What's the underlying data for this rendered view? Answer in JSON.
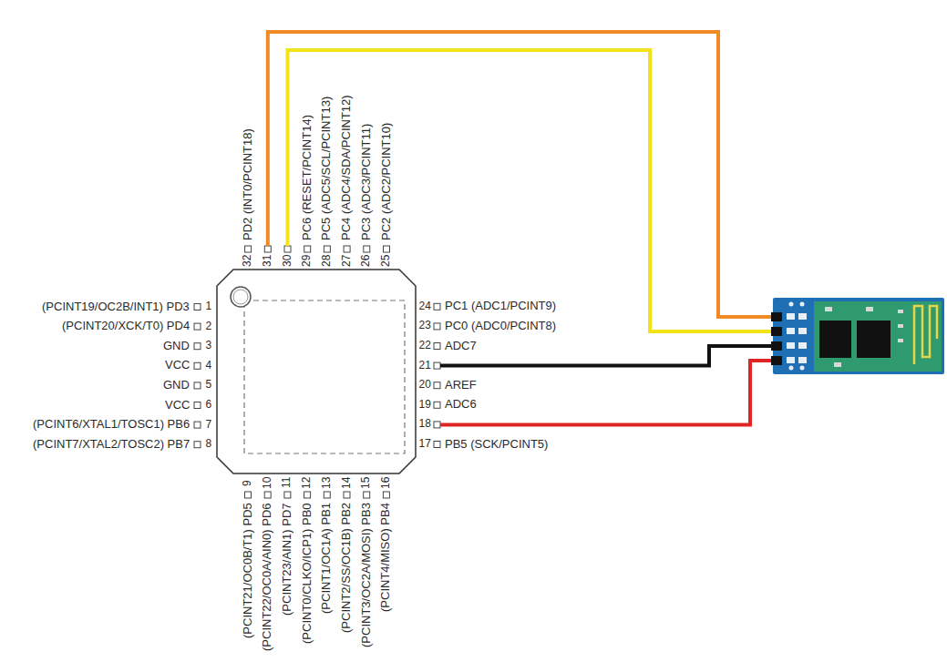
{
  "diagram": {
    "labels": [
      "(PCINT19/OC2B/INT1) PD3",
      "1",
      "(PCINT20/XCK/T0) PD4",
      "2",
      "GND",
      "3",
      "VCC",
      "4",
      "GND",
      "5",
      "VCC",
      "6",
      "(PCINT6/XTAL1/TOSC1) PB6",
      "7",
      "(PCINT7/XTAL2/TOSC2) PB7",
      "8",
      "(PCINT21/OC0B/T1) PD5",
      "9",
      "(PCINT22/OC0A/AIN0) PD6",
      "10",
      "(PCINT23/AIN1) PD7",
      "11",
      "(PCINT0/CLKO/ICP1) PB0",
      "12",
      "(PCINT1/OC1A) PB1",
      "13",
      "(PCINT2/SS/OC1B) PB2",
      "14",
      "(PCINT3/OC2A/MOSI) PB3",
      "15",
      "(PCINT4/MISO) PB4",
      "16",
      "PB5 (SCK/PCINT5)",
      "17",
      "18",
      "ADC6",
      "19",
      "AREF",
      "20",
      "21",
      "ADC7",
      "22",
      "PC0 (ADC0/PCINT8)",
      "23",
      "PC1 (ADC1/PCINT9)",
      "24",
      "PC2 (ADC2/PCINT10)",
      "25",
      "PC3 (ADC3/PCINT11)",
      "26",
      "PC4 (ADC4/SDA/PCINT12)",
      "27",
      "PC5 (ADC5/SCL/PCINT13)",
      "28",
      "PC6 (RESET/PCINT14)",
      "29",
      "30",
      "31",
      "PD2 (INT0/PCINT18)",
      "32"
    ]
  }
}
